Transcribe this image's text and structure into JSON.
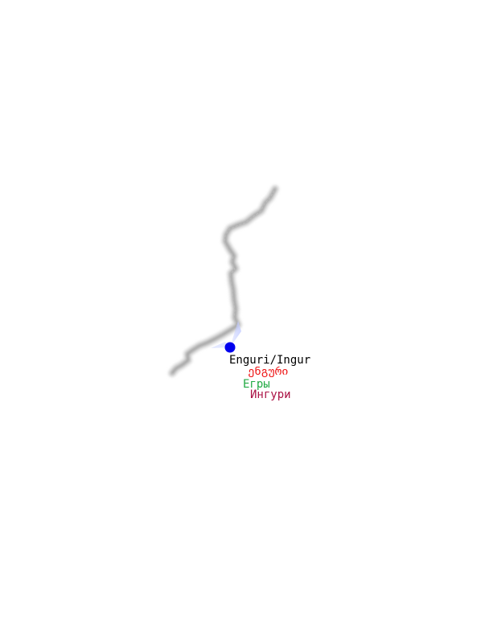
{
  "map": {
    "feature": "river",
    "marker_color": "#0000ee",
    "river_color": "#9a9a9a",
    "labels": [
      {
        "text": "Enguri/Ingur",
        "color": "#000000"
      },
      {
        "text": "ენგური",
        "color": "#ee1111"
      },
      {
        "text": "Егры",
        "color": "#22aa44"
      },
      {
        "text": "Ингури",
        "color": "#aa1144"
      }
    ]
  }
}
